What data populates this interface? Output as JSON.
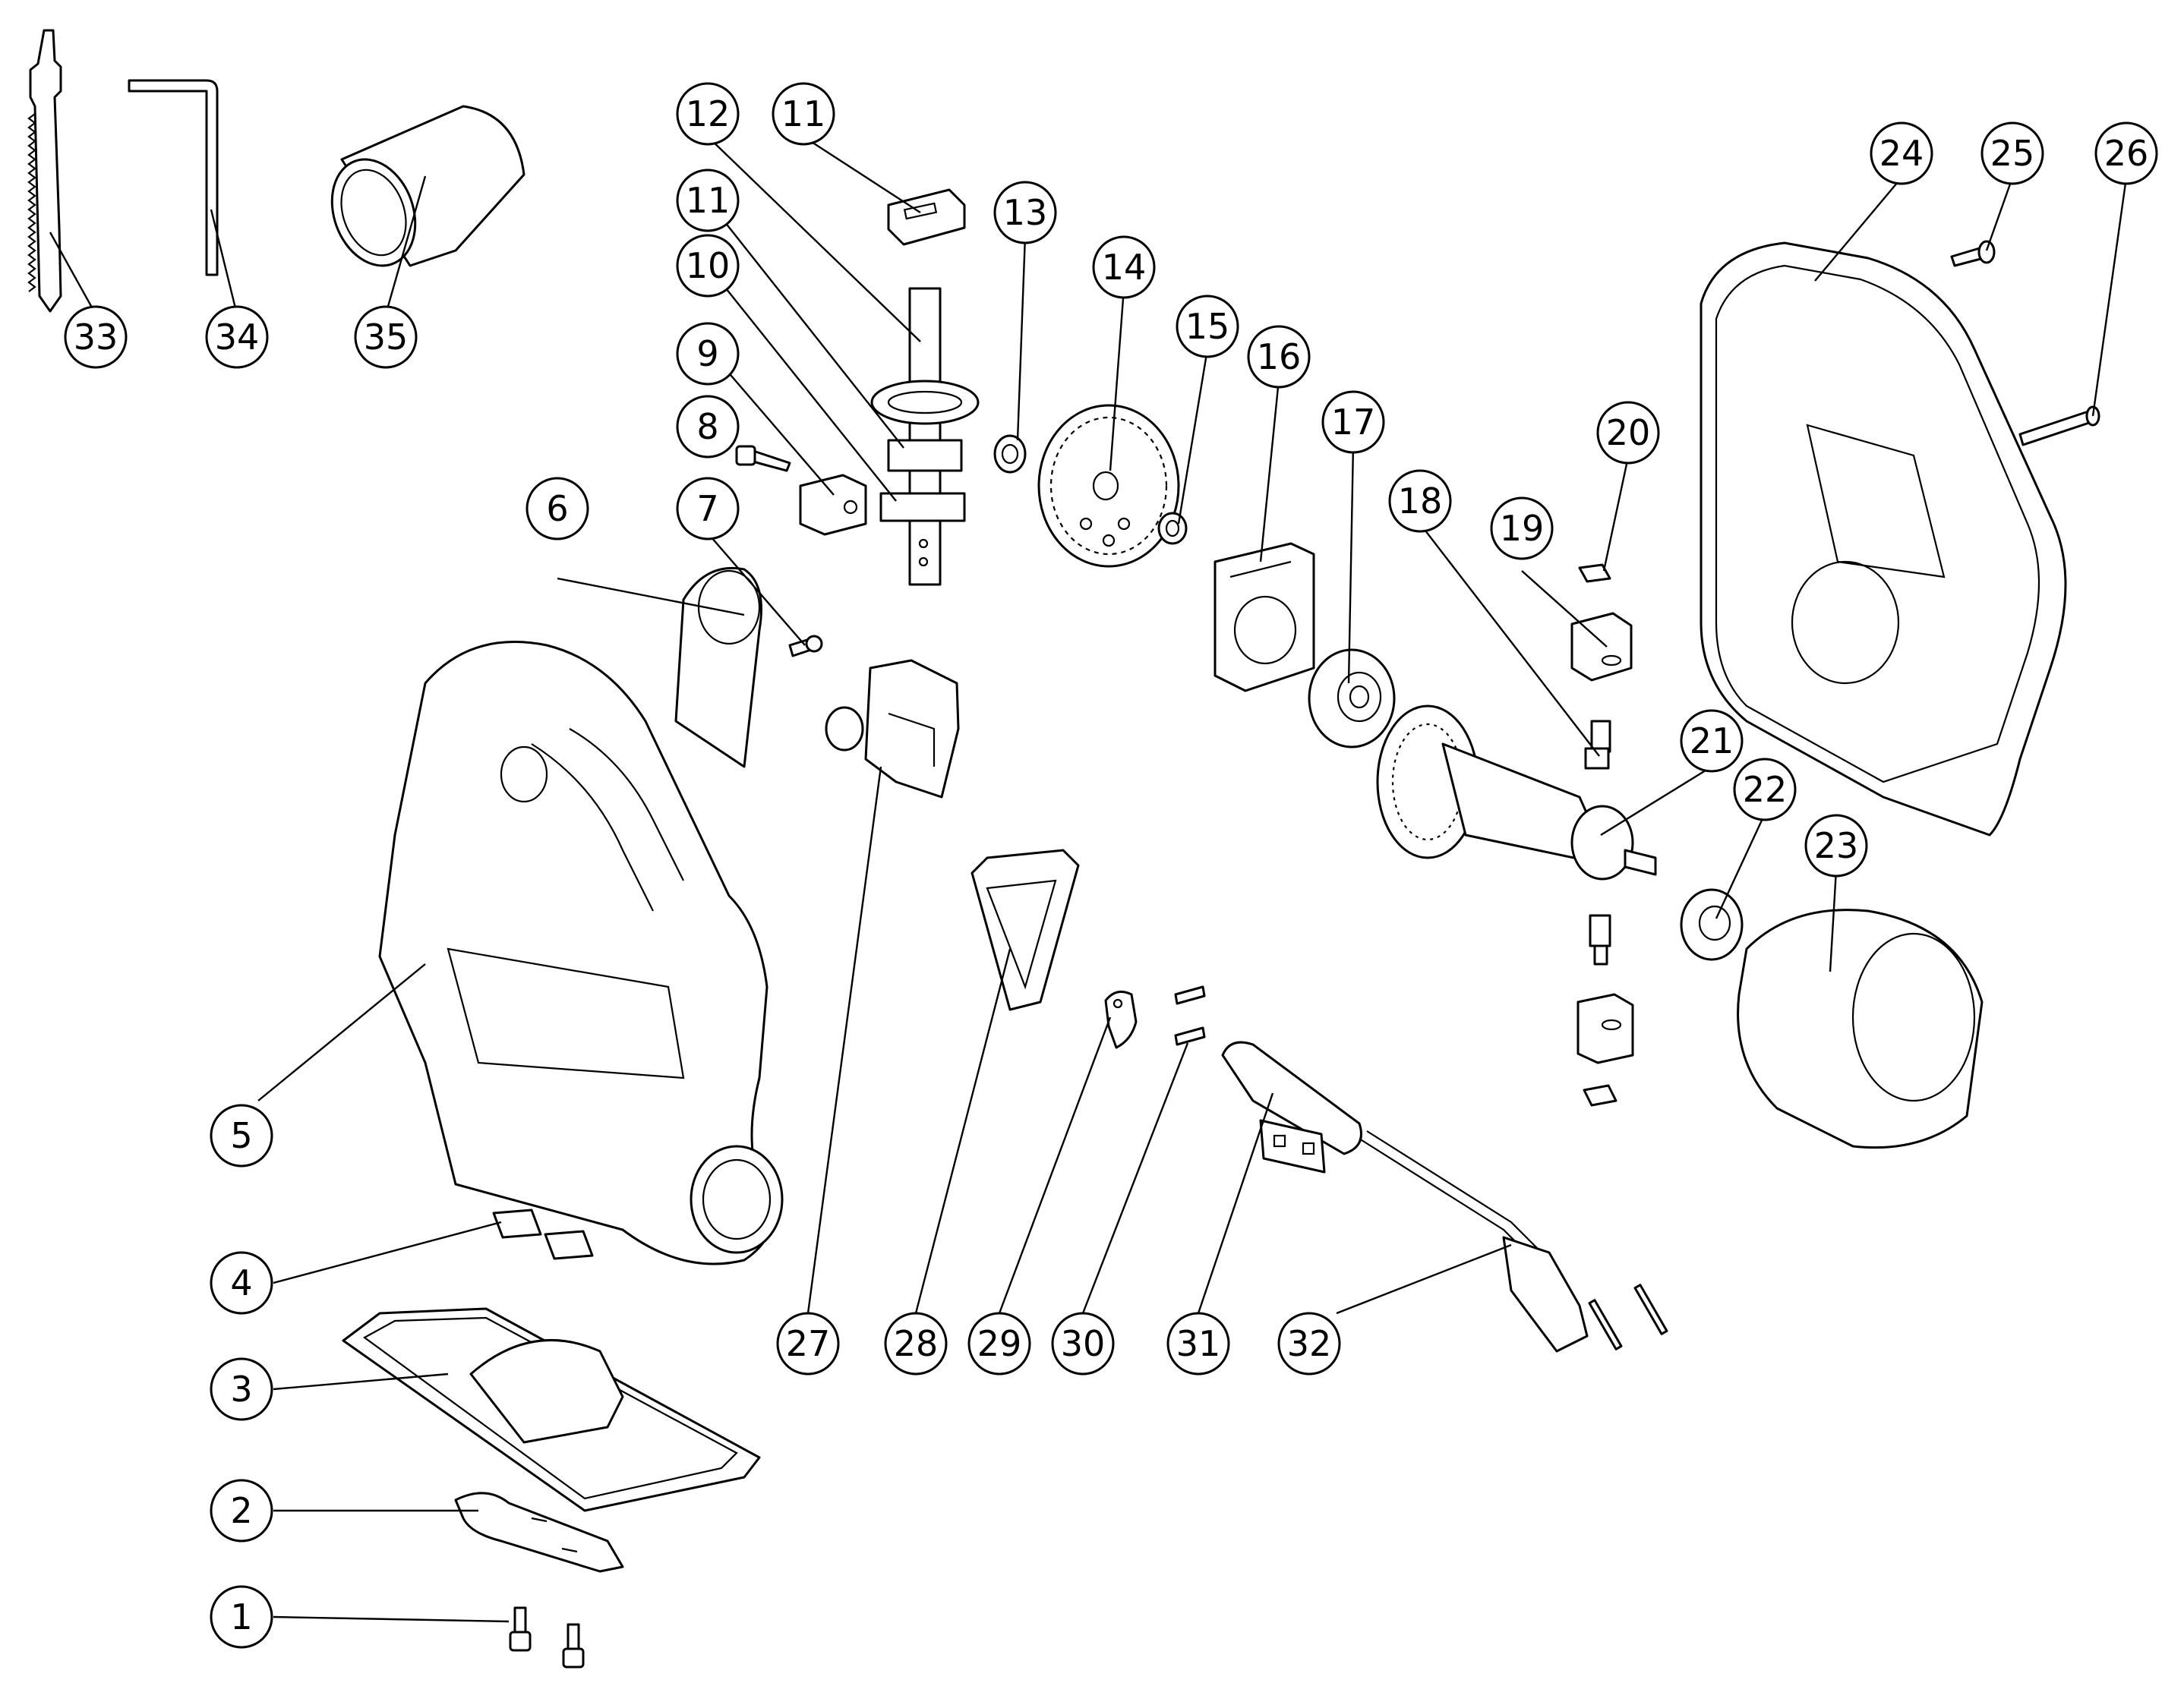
{
  "labels": [
    "1",
    "2",
    "3",
    "4",
    "5",
    "6",
    "7",
    "8",
    "9",
    "10",
    "11",
    "12",
    "13",
    "14",
    "15",
    "16",
    "17",
    "18",
    "19",
    "20",
    "21",
    "22",
    "23",
    "24",
    "25",
    "26",
    "27",
    "28",
    "29",
    "30",
    "31",
    "32",
    "33",
    "34",
    "35"
  ],
  "duplicate_label_11": "11"
}
